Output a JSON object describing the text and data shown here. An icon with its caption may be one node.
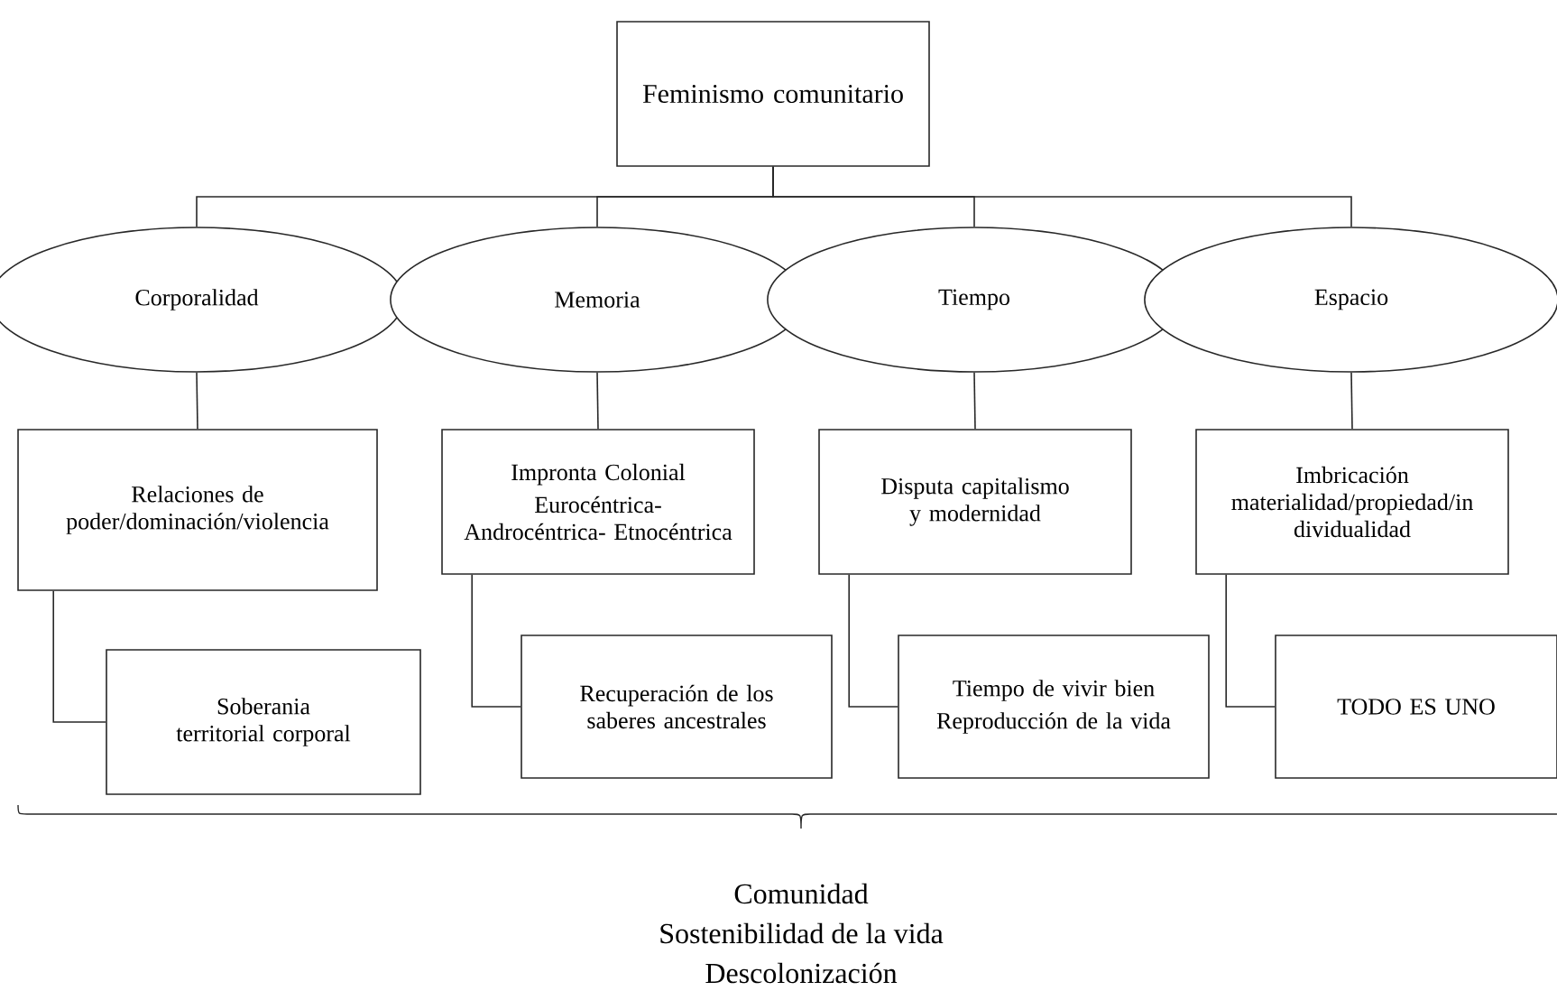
{
  "diagram": {
    "nodes": [
      {
        "text": [
          "Feminismo comunitario"
        ]
      },
      {
        "text": [
          "Corporalidad"
        ]
      },
      {
        "text": [
          "Memoria"
        ]
      },
      {
        "text": [
          "Tiempo"
        ]
      },
      {
        "text": [
          "Espacio"
        ]
      },
      {
        "text": [
          "Relaciones de poder/dominación/violencia"
        ]
      },
      {
        "text": [
          "Impronta Colonial",
          "Eurocéntrica- Androcéntrica- Etnocéntrica"
        ]
      },
      {
        "text": [
          "Disputa capitalismo y modernidad"
        ]
      },
      {
        "text": [
          "Imbricación materialidad/propiedad/in dividualidad"
        ]
      },
      {
        "text": [
          "Soberania territorial corporal"
        ]
      },
      {
        "text": [
          "Recuperación de los saberes ancestrales"
        ]
      },
      {
        "text": [
          "Tiempo de vivir bien",
          "Reproducción de la vida"
        ]
      },
      {
        "text": [
          "TODO ES UNO"
        ]
      }
    ],
    "edges": [
      {
        "from": 0,
        "to": 1,
        "arrow": "none"
      },
      {
        "from": 0,
        "to": 2,
        "arrow": "none"
      },
      {
        "from": 0,
        "to": 3,
        "arrow": "none"
      },
      {
        "from": 0,
        "to": 4,
        "arrow": "none"
      },
      {
        "from": 1,
        "to": 5,
        "arrow": "none"
      },
      {
        "from": 2,
        "to": 6,
        "arrow": "none"
      },
      {
        "from": 3,
        "to": 7,
        "arrow": "none"
      },
      {
        "from": 4,
        "to": 8,
        "arrow": "none"
      },
      {
        "from": 5,
        "to": 9,
        "arrow": "none"
      },
      {
        "from": 6,
        "to": 10,
        "arrow": "none"
      },
      {
        "from": 7,
        "to": 11,
        "arrow": "none"
      },
      {
        "from": 8,
        "to": 12,
        "arrow": "none"
      }
    ],
    "labels": [
      "Comunidad",
      "Sostenibilidad de la vida",
      "Descolonización"
    ]
  }
}
